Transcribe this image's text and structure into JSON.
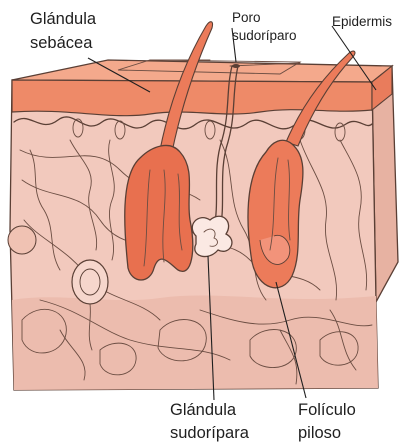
{
  "labels": {
    "sebaceous_line1": "Glándula",
    "sebaceous_line2": "sebácea",
    "pore_line1": "Poro",
    "pore_line2": "sudoríparo",
    "epidermis": "Epidermis",
    "sweat_gland_line1": "Glándula",
    "sweat_gland_line2": "sudorípara",
    "follicle_line1": "Folículo",
    "follicle_line2": "piloso"
  },
  "colors": {
    "dermis_fill": "#f2c9bd",
    "dermis_shade": "#e9b3a4",
    "epidermis_fill": "#ee8a68",
    "epidermis_top": "#f4a98c",
    "gland_fill": "#e8704f",
    "follicle_fill": "#ec7b5a",
    "ink": "#5a3f35"
  },
  "icons": {
    "sebaceous_gland": "sebaceous-gland-shape",
    "hair_follicle": "hair-follicle-shape",
    "sweat_gland": "sweat-gland-coil"
  }
}
